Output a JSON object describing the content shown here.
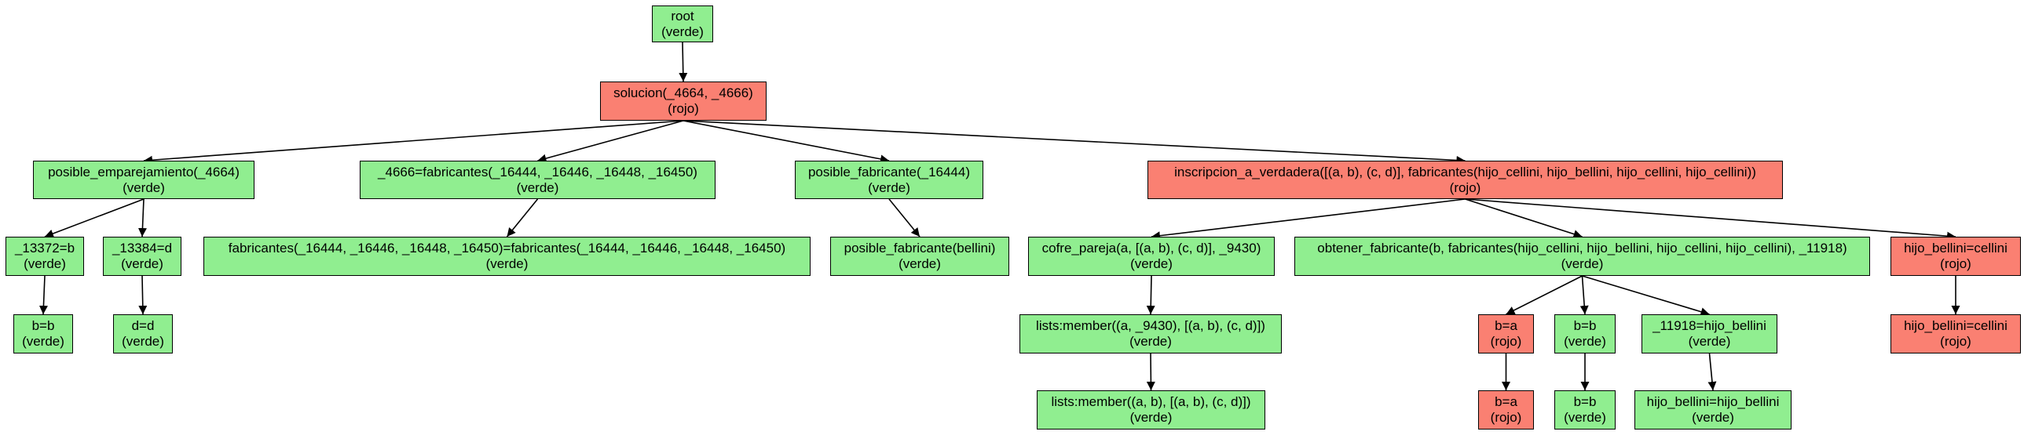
{
  "colors": {
    "verde": "#90ee90",
    "rojo": "#fa8072",
    "edge": "#000000"
  },
  "nodes": {
    "root": {
      "label": "root",
      "status": "(verde)",
      "color": "verde"
    },
    "solucion": {
      "label": "solucion(_4664, _4666)",
      "status": "(rojo)",
      "color": "rojo"
    },
    "posible_emparejamiento": {
      "label": "posible_emparejamiento(_4664)",
      "status": "(verde)",
      "color": "verde"
    },
    "fabricantes_eq": {
      "label": "_4666=fabricantes(_16444, _16446, _16448, _16450)",
      "status": "(verde)",
      "color": "verde"
    },
    "posible_fabricante_var": {
      "label": "posible_fabricante(_16444)",
      "status": "(verde)",
      "color": "verde"
    },
    "inscripcion": {
      "label": "inscripcion_a_verdadera([(a, b), (c, d)], fabricantes(hijo_cellini, hijo_bellini, hijo_cellini, hijo_cellini))",
      "status": "(rojo)",
      "color": "rojo"
    },
    "n13372": {
      "label": "_13372=b",
      "status": "(verde)",
      "color": "verde"
    },
    "n13384": {
      "label": "_13384=d",
      "status": "(verde)",
      "color": "verde"
    },
    "fabricantes_unify": {
      "label": "fabricantes(_16444, _16446, _16448, _16450)=fabricantes(_16444, _16446, _16448, _16450)",
      "status": "(verde)",
      "color": "verde"
    },
    "posible_fabricante_bellini": {
      "label": "posible_fabricante(bellini)",
      "status": "(verde)",
      "color": "verde"
    },
    "cofre_pareja": {
      "label": "cofre_pareja(a, [(a, b), (c, d)], _9430)",
      "status": "(verde)",
      "color": "verde"
    },
    "obtener_fabricante": {
      "label": "obtener_fabricante(b, fabricantes(hijo_cellini, hijo_bellini, hijo_cellini, hijo_cellini), _11918)",
      "status": "(verde)",
      "color": "verde"
    },
    "hijo_bellini_cellini_1": {
      "label": "hijo_bellini=cellini",
      "status": "(rojo)",
      "color": "rojo"
    },
    "bb_left": {
      "label": "b=b",
      "status": "(verde)",
      "color": "verde"
    },
    "dd": {
      "label": "d=d",
      "status": "(verde)",
      "color": "verde"
    },
    "member_var": {
      "label": "lists:member((a, _9430), [(a, b), (c, d)])",
      "status": "(verde)",
      "color": "verde"
    },
    "ba_1": {
      "label": "b=a",
      "status": "(rojo)",
      "color": "rojo"
    },
    "bb_mid_1": {
      "label": "b=b",
      "status": "(verde)",
      "color": "verde"
    },
    "n11918": {
      "label": "_11918=hijo_bellini",
      "status": "(verde)",
      "color": "verde"
    },
    "hijo_bellini_cellini_2": {
      "label": "hijo_bellini=cellini",
      "status": "(rojo)",
      "color": "rojo"
    },
    "member_ground": {
      "label": "lists:member((a, b), [(a, b), (c, d)])",
      "status": "(verde)",
      "color": "verde"
    },
    "ba_2": {
      "label": "b=a",
      "status": "(rojo)",
      "color": "rojo"
    },
    "bb_mid_2": {
      "label": "b=b",
      "status": "(verde)",
      "color": "verde"
    },
    "hijo_bellini_eq": {
      "label": "hijo_bellini=hijo_bellini",
      "status": "(verde)",
      "color": "verde"
    }
  },
  "edges": [
    [
      "root",
      "solucion"
    ],
    [
      "solucion",
      "posible_emparejamiento"
    ],
    [
      "solucion",
      "fabricantes_eq"
    ],
    [
      "solucion",
      "posible_fabricante_var"
    ],
    [
      "solucion",
      "inscripcion"
    ],
    [
      "posible_emparejamiento",
      "n13372"
    ],
    [
      "posible_emparejamiento",
      "n13384"
    ],
    [
      "fabricantes_eq",
      "fabricantes_unify"
    ],
    [
      "posible_fabricante_var",
      "posible_fabricante_bellini"
    ],
    [
      "inscripcion",
      "cofre_pareja"
    ],
    [
      "inscripcion",
      "obtener_fabricante"
    ],
    [
      "inscripcion",
      "hijo_bellini_cellini_1"
    ],
    [
      "n13372",
      "bb_left"
    ],
    [
      "n13384",
      "dd"
    ],
    [
      "cofre_pareja",
      "member_var"
    ],
    [
      "member_var",
      "member_ground"
    ],
    [
      "obtener_fabricante",
      "ba_1"
    ],
    [
      "obtener_fabricante",
      "bb_mid_1"
    ],
    [
      "obtener_fabricante",
      "n11918"
    ],
    [
      "ba_1",
      "ba_2"
    ],
    [
      "bb_mid_1",
      "bb_mid_2"
    ],
    [
      "n11918",
      "hijo_bellini_eq"
    ],
    [
      "hijo_bellini_cellini_1",
      "hijo_bellini_cellini_2"
    ]
  ]
}
